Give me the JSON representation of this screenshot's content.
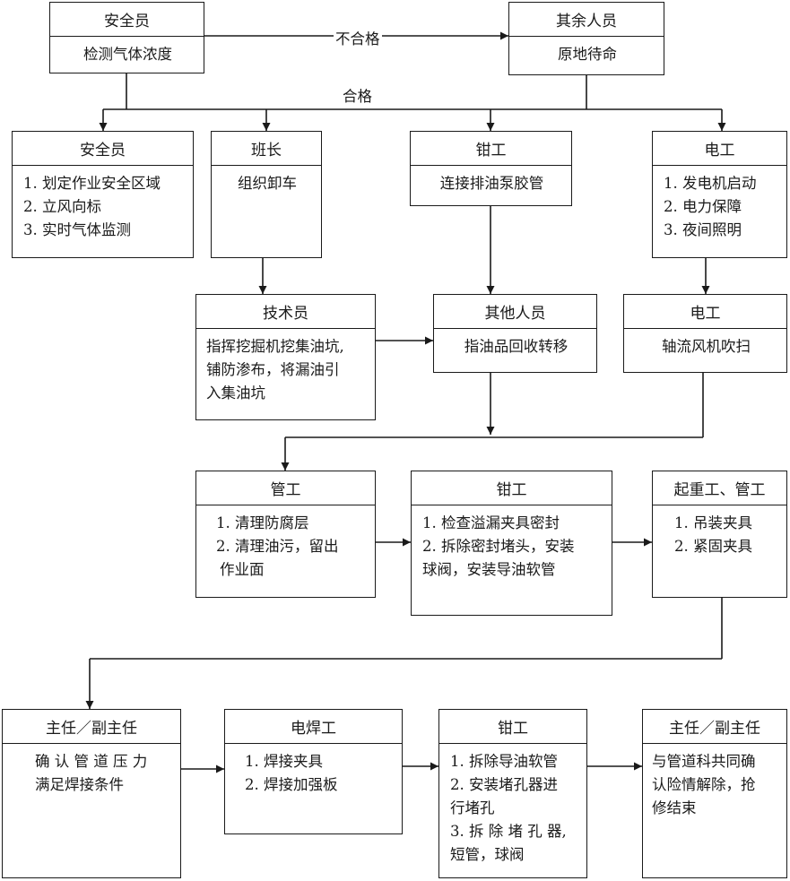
{
  "nodes": {
    "safety_check": {
      "title": "安全员",
      "lines": [
        "检测气体浓度"
      ]
    },
    "others_wait": {
      "title": "其余人员",
      "lines": [
        "原地待命"
      ]
    },
    "safety_zone": {
      "title": "安全员",
      "lines": [
        "1. 划定作业安全区域",
        "2. 立风向标",
        "3. 实时气体监测"
      ]
    },
    "team_leader": {
      "title": "班长",
      "lines": [
        "组织卸车"
      ]
    },
    "fitter_pump": {
      "title": "钳工",
      "lines": [
        "连接排油泵胶管"
      ]
    },
    "electrician_power": {
      "title": "电工",
      "lines": [
        "1. 发电机启动",
        "2. 电力保障",
        "3. 夜间照明"
      ]
    },
    "technician": {
      "title": "技术员",
      "lines": [
        "指挥挖掘机挖集油坑,",
        "铺防渗布，将漏油引",
        "入集油坑"
      ]
    },
    "other_staff": {
      "title": "其他人员",
      "lines": [
        "指油品回收转移"
      ]
    },
    "electrician_fan": {
      "title": "电工",
      "lines": [
        "轴流风机吹扫"
      ]
    },
    "pipe_worker": {
      "title": "管工",
      "lines": [
        "1. 清理防腐层",
        "2. 清理油污，留出",
        "作业面"
      ]
    },
    "fitter_clamp": {
      "title": "钳工",
      "lines": [
        "1. 检查溢漏夹具密封",
        "2. 拆除密封堵头，安装",
        "球阀，安装导油软管"
      ]
    },
    "rigger_pipe": {
      "title": "起重工、管工",
      "lines": [
        "1. 吊装夹具",
        "2. 紧固夹具"
      ]
    },
    "director_confirm": {
      "title": "主任／副主任",
      "lines": [
        "确 认 管 道 压 力",
        "满足焊接条件"
      ]
    },
    "welder": {
      "title": "电焊工",
      "lines": [
        "1. 焊接夹具",
        "2. 焊接加强板"
      ]
    },
    "fitter_plug": {
      "title": "钳工",
      "lines": [
        "1. 拆除导油软管",
        "2. 安装堵孔器进",
        "行堵孔",
        "3. 拆 除 堵 孔 器,",
        "短管，球阀"
      ]
    },
    "director_finish": {
      "title": "主任／副主任",
      "lines": [
        "与管道科共同确",
        "认险情解除，抢",
        "修结束"
      ]
    }
  },
  "edge_labels": {
    "fail": "不合格",
    "pass": "合格"
  }
}
